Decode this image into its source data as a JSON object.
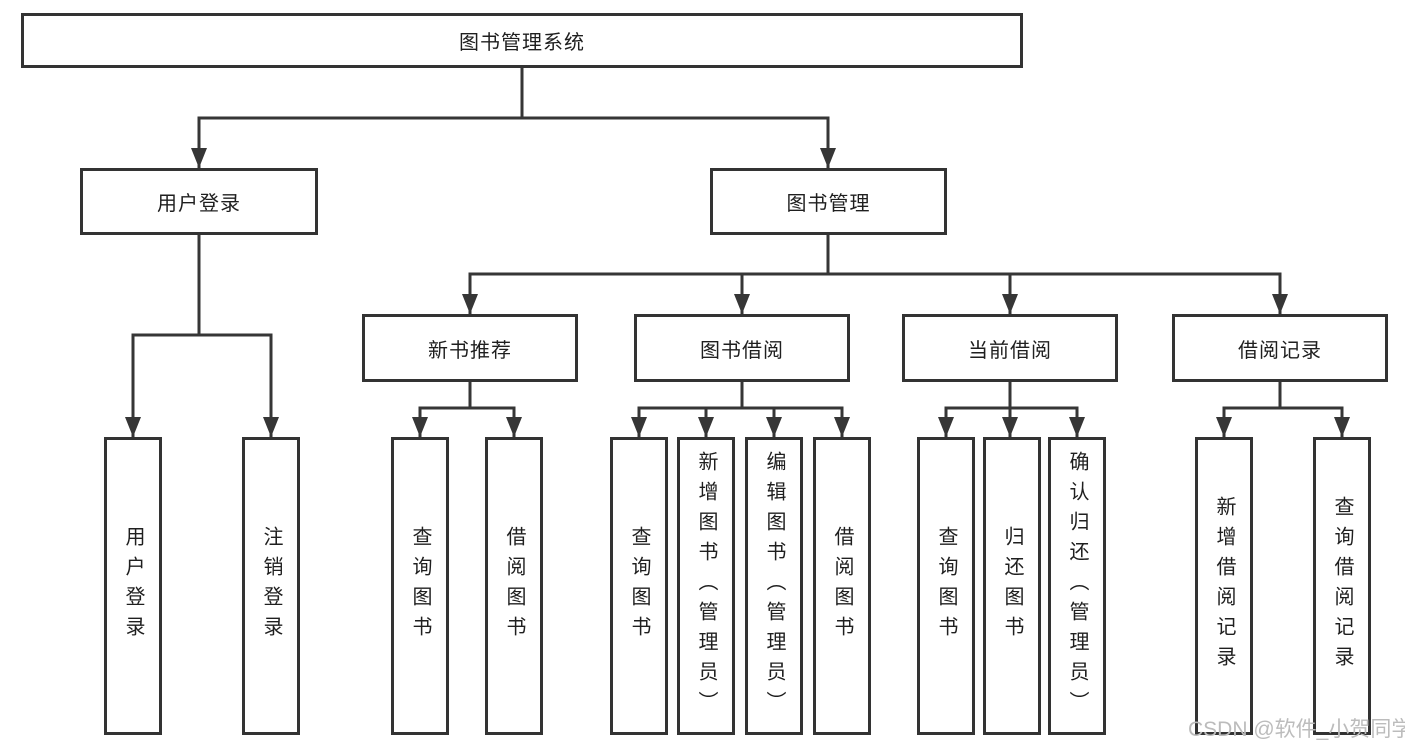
{
  "colors": {
    "line": "#363636",
    "box_border": "#333333",
    "text": "#1f1f1f",
    "watermark": "#bcbcbc",
    "background": "#ffffff"
  },
  "watermark": "CSDN @软件_小贺同学",
  "tree": {
    "root": "图书管理系统",
    "branches": [
      {
        "label": "用户登录",
        "leaves": [
          "用户登录",
          "注销登录"
        ]
      },
      {
        "label": "图书管理",
        "groups": [
          {
            "label": "新书推荐",
            "leaves": [
              "查询图书",
              "借阅图书"
            ]
          },
          {
            "label": "图书借阅",
            "leaves": [
              "查询图书",
              "新增图书（管理员）",
              "编辑图书（管理员）",
              "借阅图书"
            ]
          },
          {
            "label": "当前借阅",
            "leaves": [
              "查询图书",
              "归还图书",
              "确认归还（管理员）"
            ]
          },
          {
            "label": "借阅记录",
            "leaves": [
              "新增借阅记录",
              "查询借阅记录"
            ]
          }
        ]
      }
    ]
  }
}
